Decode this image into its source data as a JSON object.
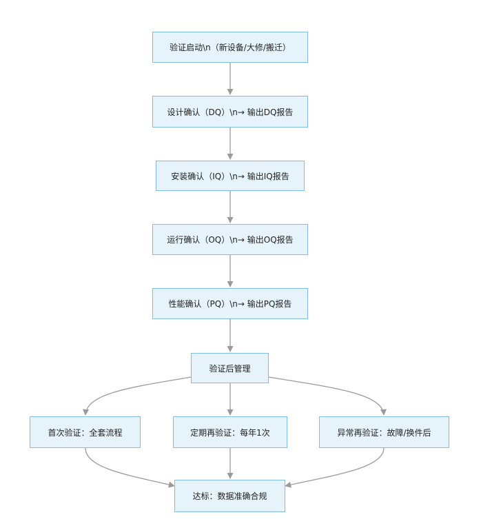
{
  "diagram": {
    "nodes": {
      "start": "验证启动\\n（新设备/大修/搬迁）",
      "dq": "设计确认（DQ）\\n→ 输出DQ报告",
      "iq": "安装确认（IQ）\\n→ 输出IQ报告",
      "oq": "运行确认（OQ）\\n→ 输出OQ报告",
      "pq": "性能确认（PQ）\\n→ 输出PQ报告",
      "post": "验证后管理",
      "first": "首次验证：全套流程",
      "periodic": "定期再验证：每年1次",
      "abnormal": "异常再验证：故障/换件后",
      "result": "达标：数据准确合规"
    },
    "colors": {
      "node_fill": "#e6f3fb",
      "node_border": "#7fbde3",
      "edge": "#9a9a9a",
      "text": "#222222"
    }
  }
}
